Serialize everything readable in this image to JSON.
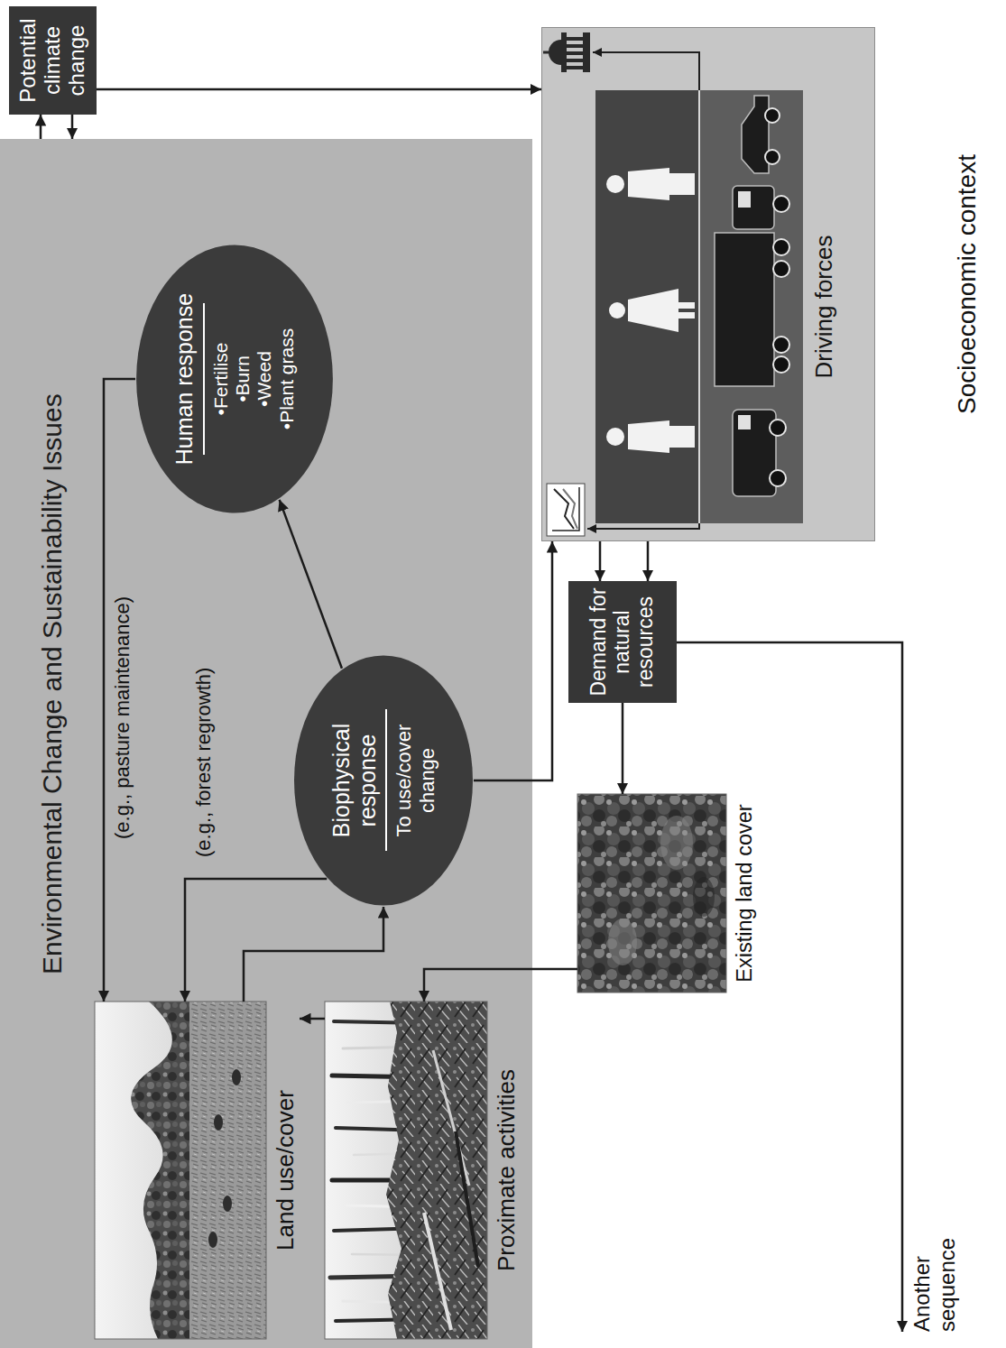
{
  "diagram": {
    "nodes": [
      {
        "text": [
          "Environmental Change and Sustainability Issues"
        ]
      },
      {
        "text": [
          "Land use/cover"
        ],
        "in": 0
      },
      {
        "text": [
          "Proximate activities"
        ],
        "in": 0
      },
      {
        "text": [
          "Biophysical response",
          "To use/cover change"
        ],
        "in": 0
      },
      {
        "text": [
          "Human response",
          "•Fertilise",
          "•Burn",
          "•Weed",
          "•Plant grass"
        ],
        "in": 0
      },
      {
        "text": [
          "Potential climate change"
        ]
      },
      {
        "text": [
          "Socioeconomic context"
        ]
      },
      {
        "text": [
          "Driving forces"
        ],
        "in": 6
      },
      {
        "text": [
          "Demand for natural resources"
        ]
      },
      {
        "text": [
          "Existing land cover"
        ]
      }
    ],
    "edges": [
      {
        "from": 9,
        "to": 2,
        "arrow": "to"
      },
      {
        "from": 2,
        "to": 1,
        "arrow": "to"
      },
      {
        "from": 1,
        "to": 3,
        "arrow": "to"
      },
      {
        "from": 3,
        "to": 1,
        "label": "(e.g., forest regrowth)",
        "arrow": "to"
      },
      {
        "from": 4,
        "to": 1,
        "label": "(e.g., pasture maintenance)",
        "arrow": "to"
      },
      {
        "from": 3,
        "to": 4,
        "arrow": "to"
      },
      {
        "from": 3,
        "to": 6,
        "arrow": "to"
      },
      {
        "from": 6,
        "to": 8,
        "arrow": "to"
      },
      {
        "from": 6,
        "to": 8,
        "arrow": "to"
      },
      {
        "from": 8,
        "to": 9,
        "arrow": "to"
      },
      {
        "from": 0,
        "to": 5,
        "arrow": "to"
      },
      {
        "from": 5,
        "to": 0,
        "arrow": "to"
      },
      {
        "from": 5,
        "to": 6,
        "arrow": "to"
      }
    ],
    "labels": [
      "Another sequence"
    ]
  }
}
